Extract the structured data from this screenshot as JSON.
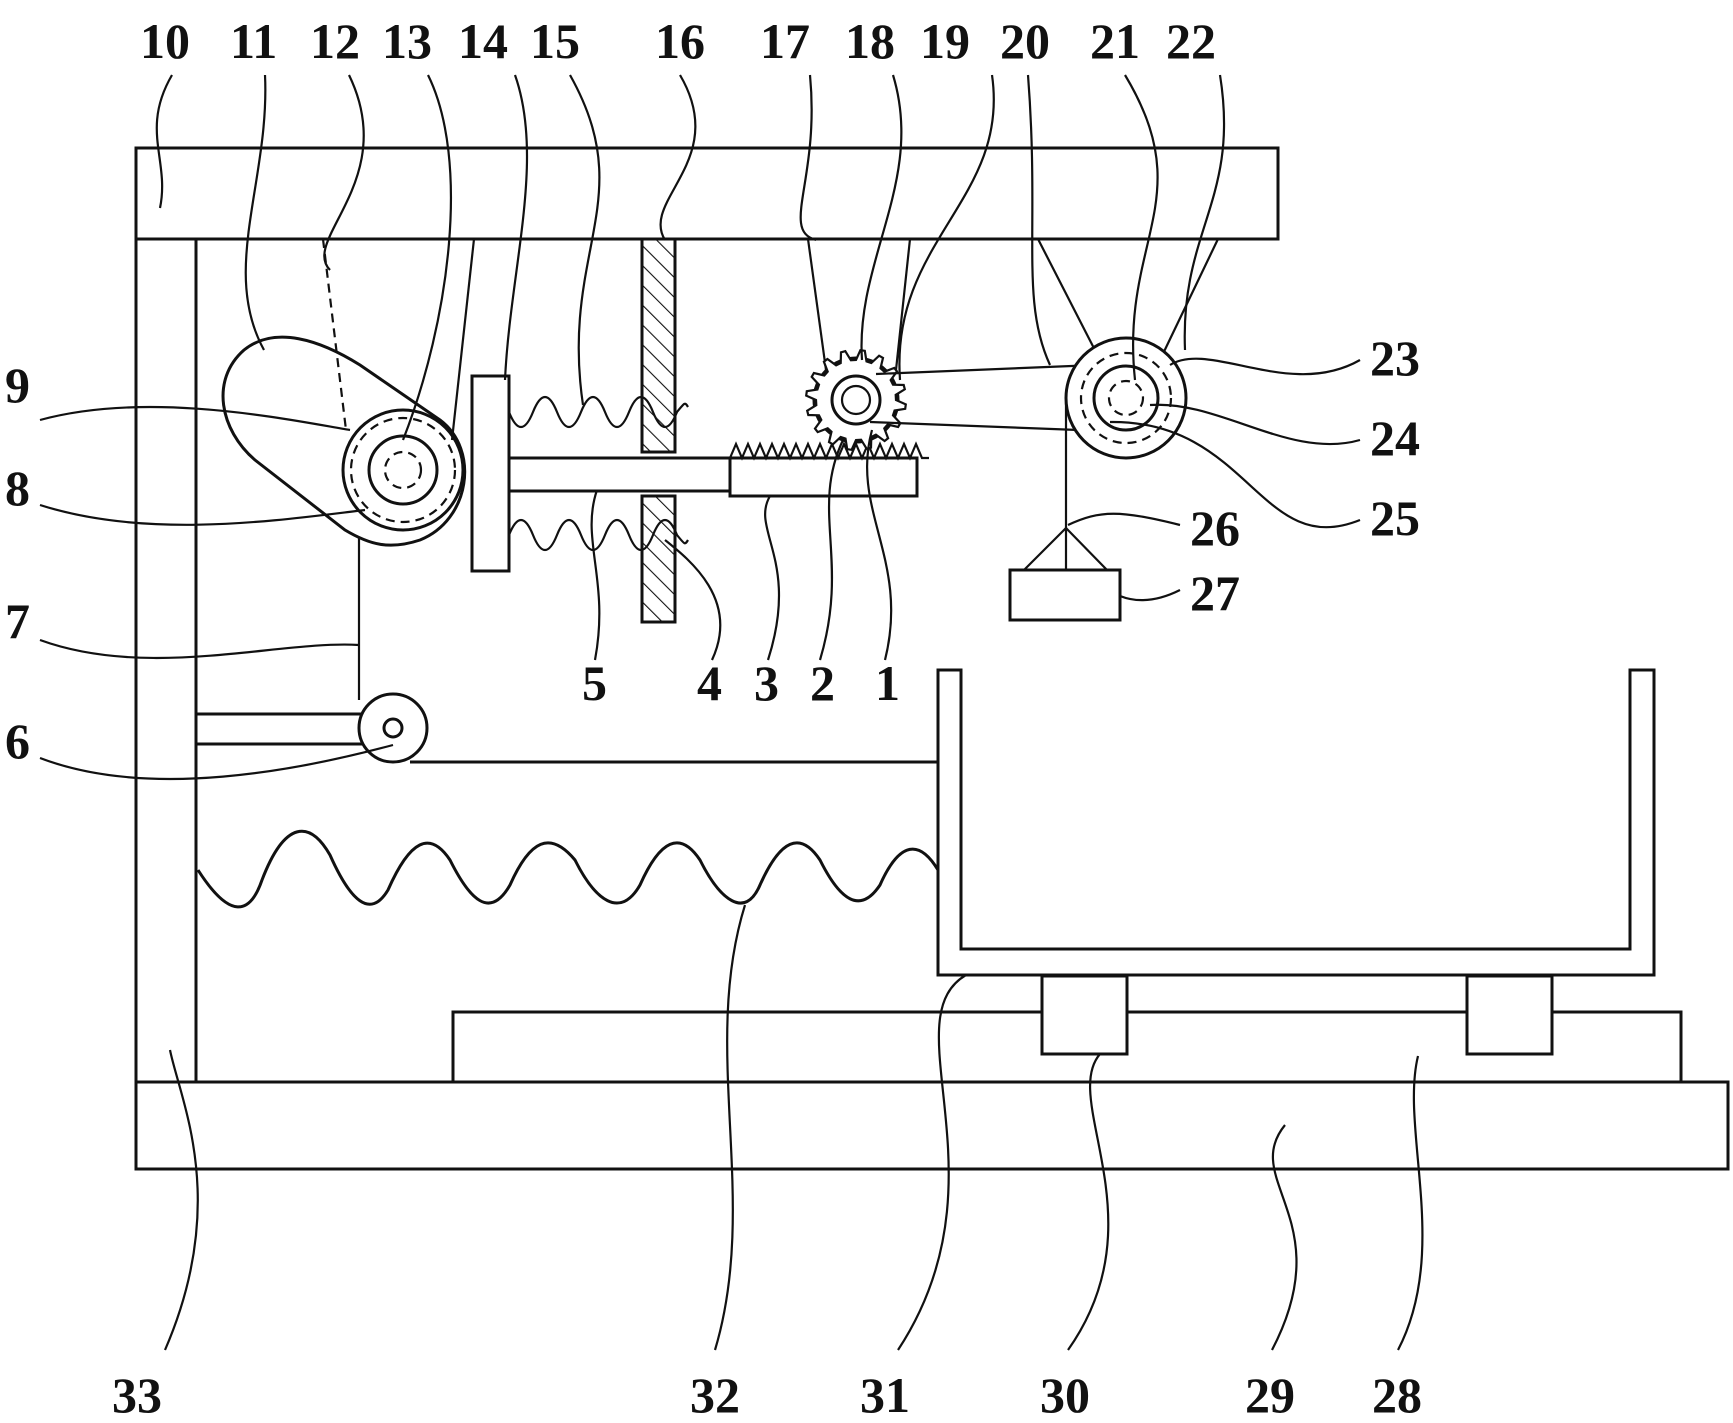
{
  "labels": {
    "l1": "1",
    "l2": "2",
    "l3": "3",
    "l4": "4",
    "l5": "5",
    "l6": "6",
    "l7": "7",
    "l8": "8",
    "l9": "9",
    "l10": "10",
    "l11": "11",
    "l12": "12",
    "l13": "13",
    "l14": "14",
    "l15": "15",
    "l16": "16",
    "l17": "17",
    "l18": "18",
    "l19": "19",
    "l20": "20",
    "l21": "21",
    "l22": "22",
    "l23": "23",
    "l24": "24",
    "l25": "25",
    "l26": "26",
    "l27": "27",
    "l28": "28",
    "l29": "29",
    "l30": "30",
    "l31": "31",
    "l32": "32",
    "l33": "33"
  },
  "colors": {
    "line": "#111111",
    "background": "#ffffff"
  }
}
